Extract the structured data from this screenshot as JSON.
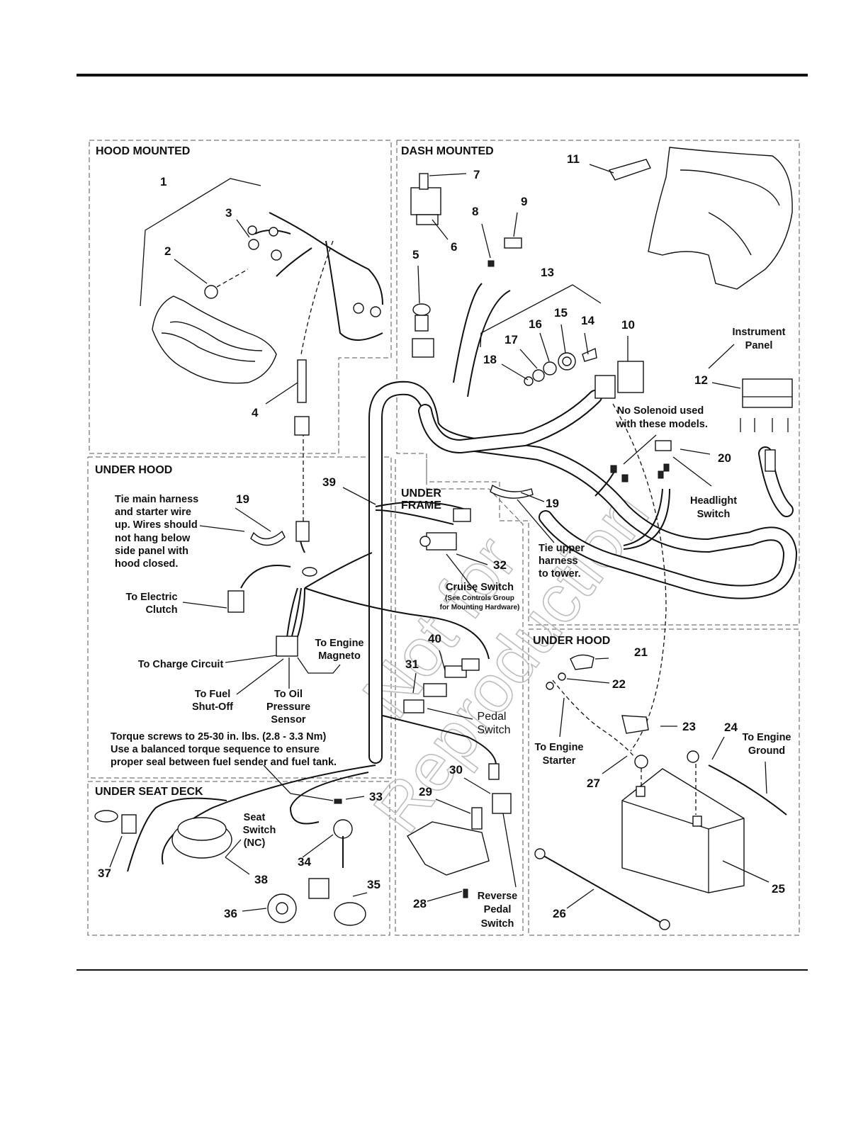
{
  "sections": {
    "hood_mounted": "HOOD MOUNTED",
    "dash_mounted": "DASH MOUNTED",
    "under_hood_left": "UNDER HOOD",
    "under_frame_1": "UNDER",
    "under_frame_2": "FRAME",
    "under_hood_right": "UNDER HOOD",
    "under_seat_deck": "UNDER SEAT DECK"
  },
  "part_numbers": [
    "1",
    "2",
    "3",
    "4",
    "5",
    "6",
    "7",
    "8",
    "9",
    "10",
    "11",
    "12",
    "13",
    "14",
    "15",
    "16",
    "17",
    "18",
    "19",
    "19",
    "20",
    "21",
    "22",
    "23",
    "24",
    "25",
    "26",
    "27",
    "28",
    "29",
    "30",
    "31",
    "32",
    "33",
    "34",
    "35",
    "36",
    "37",
    "38",
    "39",
    "40"
  ],
  "callouts": {
    "instrument_panel": [
      "Instrument",
      "Panel"
    ],
    "no_solenoid": [
      "No Solenoid used",
      "with these models."
    ],
    "headlight_switch": [
      "Headlight",
      "Switch"
    ],
    "tie_main": [
      "Tie main harness",
      "and starter wire",
      "up. Wires should",
      "not hang below",
      "side panel with",
      "hood closed."
    ],
    "tie_upper": [
      "Tie upper",
      "harness",
      "to tower."
    ],
    "cruise_switch": "Cruise Switch",
    "cruise_note": [
      "(See Controls Group",
      "for Mounting Hardware)"
    ],
    "electric_clutch": [
      "To Electric",
      "Clutch"
    ],
    "engine_magneto": [
      "To Engine",
      "Magneto"
    ],
    "charge_circuit": "To Charge Circuit",
    "fuel_shutoff": [
      "To Fuel",
      "Shut-Off"
    ],
    "oil_pressure": [
      "To Oil",
      "Pressure",
      "Sensor"
    ],
    "pedal_switch": [
      "Pedal",
      "Switch"
    ],
    "torque_note": [
      "Torque screws to 25-30 in. lbs. (2.8 - 3.3 Nm)",
      "Use a balanced torque sequence to ensure",
      "proper seal between fuel sender and fuel tank."
    ],
    "engine_starter": [
      "To Engine",
      "Starter"
    ],
    "engine_ground": [
      "To Engine",
      "Ground"
    ],
    "seat_switch": [
      "Seat",
      "Switch",
      "(NC)"
    ],
    "reverse_pedal": [
      "Reverse",
      "Pedal",
      "Switch"
    ]
  },
  "watermark": [
    "Not for",
    "Reproduction"
  ]
}
